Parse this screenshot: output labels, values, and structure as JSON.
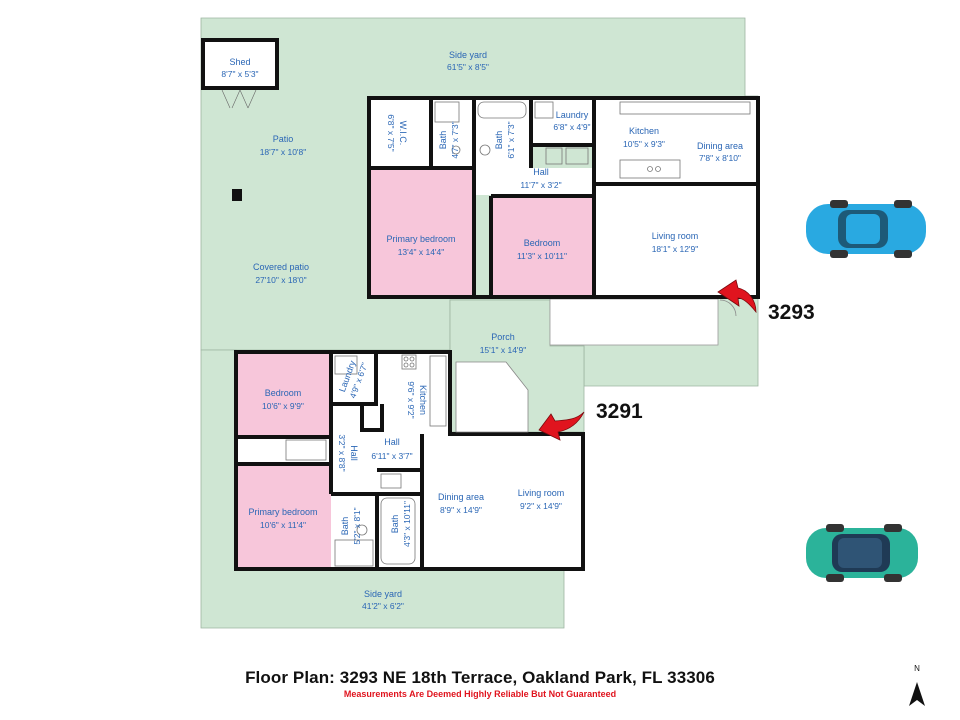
{
  "title": "Floor Plan: 3293 NE 18th Terrace, Oakland Park, FL 33306",
  "subtitle": "Measurements Are Deemed Highly Reliable But Not Guaranteed",
  "compass_label": "N",
  "units": {
    "upper": "3293",
    "lower": "3291"
  },
  "colors": {
    "yard": "#cfe6d3",
    "bedroom": "#f7c6da",
    "wall": "#111111",
    "label": "#2a66b5",
    "accent_red": "#e0141e",
    "car_blue": "#29a9e1",
    "car_teal": "#2bb39a"
  },
  "rooms": {
    "shed": {
      "name": "Shed",
      "dim": "8'7\" x 5'3\""
    },
    "side_yard_n": {
      "name": "Side yard",
      "dim": "61'5\" x 8'5\""
    },
    "patio": {
      "name": "Patio",
      "dim": "18'7\" x 10'8\""
    },
    "wic": {
      "name": "W.I.C.",
      "dim": "6'8\" x 7'5\""
    },
    "bath_a": {
      "name": "Bath",
      "dim": "4'7\" x 7'3\""
    },
    "bath_b": {
      "name": "Bath",
      "dim": "6'1\" x 7'3\""
    },
    "laundry_a": {
      "name": "Laundry",
      "dim": "6'8\" x 4'9\""
    },
    "kitchen_a": {
      "name": "Kitchen",
      "dim": "10'5\" x 9'3\""
    },
    "dining_a": {
      "name": "Dining area",
      "dim": "7'8\" x 8'10\""
    },
    "hall_a": {
      "name": "Hall",
      "dim": "11'7\" x 3'2\""
    },
    "primary_a": {
      "name": "Primary bedroom",
      "dim": "13'4\" x 14'4\""
    },
    "bedroom_a": {
      "name": "Bedroom",
      "dim": "11'3\" x 10'11\""
    },
    "living_a": {
      "name": "Living room",
      "dim": "18'1\" x 12'9\""
    },
    "covered": {
      "name": "Covered patio",
      "dim": "27'10\" x 18'0\""
    },
    "porch": {
      "name": "Porch",
      "dim": "15'1\" x 14'9\""
    },
    "bedroom_b": {
      "name": "Bedroom",
      "dim": "10'6\" x 9'9\""
    },
    "laundry_b": {
      "name": "Laundry",
      "dim": "4'9\" x 6'7\""
    },
    "kitchen_b": {
      "name": "Kitchen",
      "dim": "9'6\" x 9'2\""
    },
    "hall_b1": {
      "name": "Hall",
      "dim": "6'11\" x 3'7\""
    },
    "hall_b2": {
      "name": "Hall",
      "dim": "3'2\" x 8'8\""
    },
    "primary_b": {
      "name": "Primary bedroom",
      "dim": "10'6\" x 11'4\""
    },
    "bath_c": {
      "name": "Bath",
      "dim": "5'2\" x 8'1\""
    },
    "bath_d": {
      "name": "Bath",
      "dim": "4'3\" x 10'11\""
    },
    "dining_b": {
      "name": "Dining area",
      "dim": "8'9\" x 14'9\""
    },
    "living_b": {
      "name": "Living room",
      "dim": "9'2\" x 14'9\""
    },
    "side_yard_s": {
      "name": "Side yard",
      "dim": "41'2\" x 6'2\""
    }
  }
}
